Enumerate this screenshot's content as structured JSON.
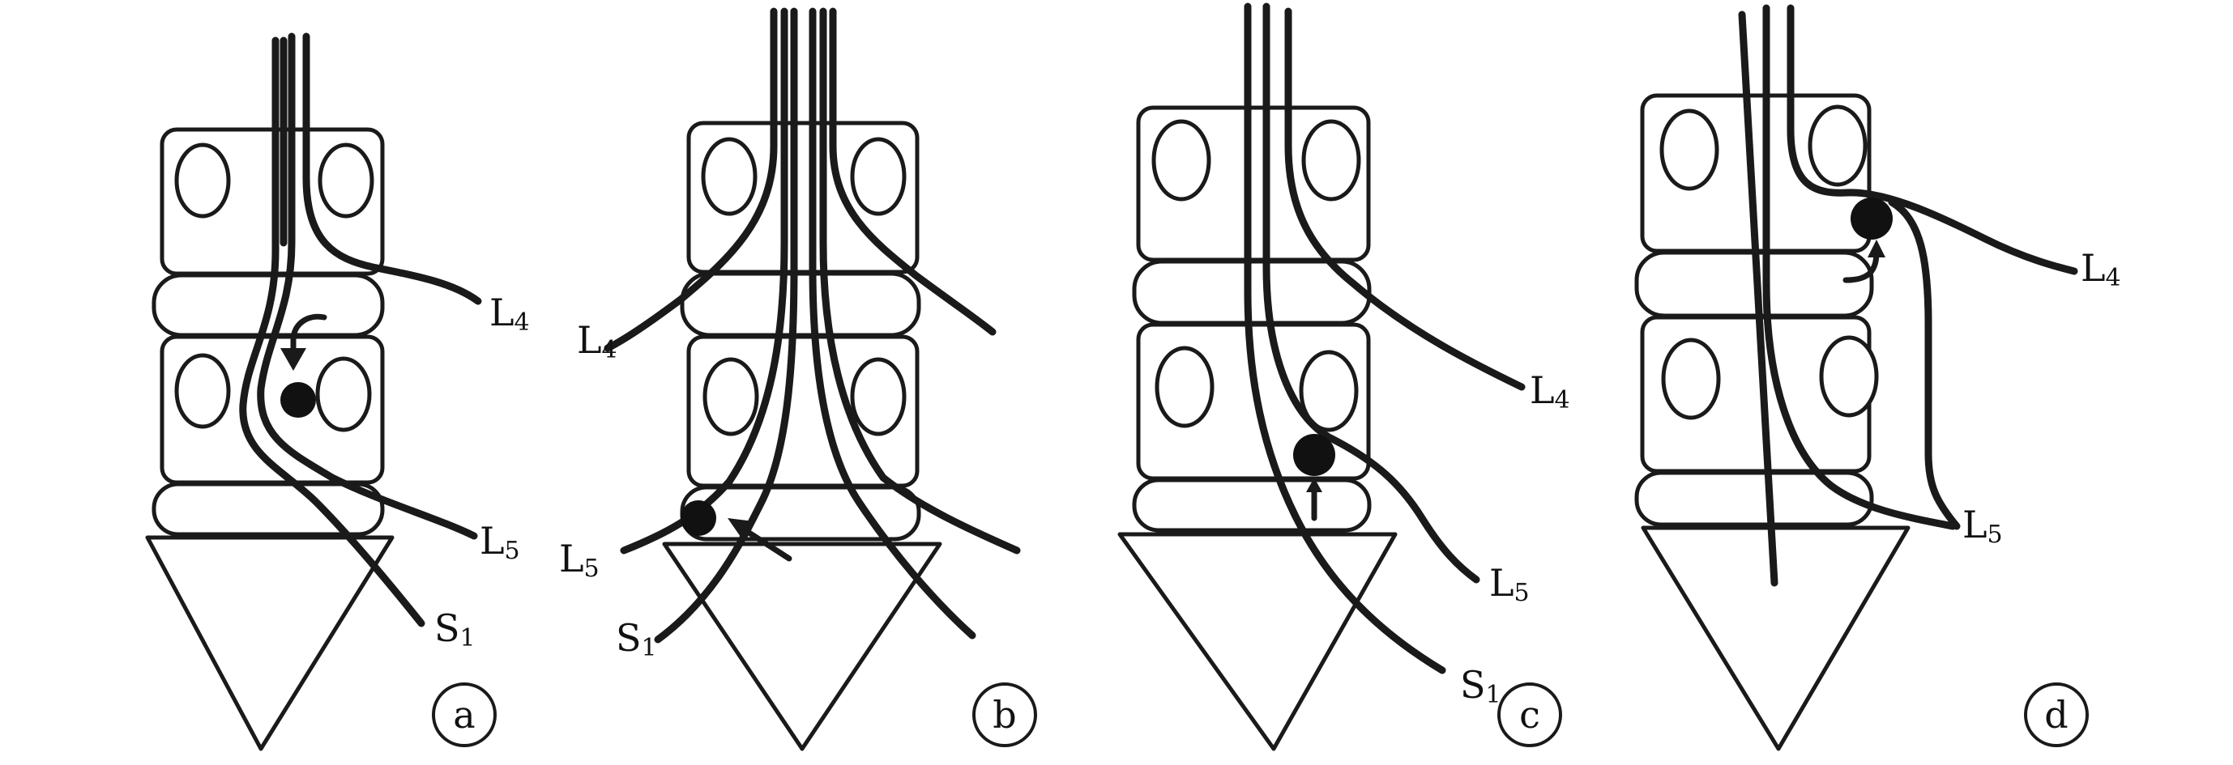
{
  "panels": [
    {
      "id": "a",
      "badge": "a",
      "labels": [
        {
          "base": "L",
          "sub": "4"
        },
        {
          "base": "L",
          "sub": "5"
        },
        {
          "base": "S",
          "sub": "1"
        }
      ]
    },
    {
      "id": "b",
      "badge": "b",
      "labels": [
        {
          "base": "L",
          "sub": "4"
        },
        {
          "base": "L",
          "sub": "5"
        },
        {
          "base": "S",
          "sub": "1"
        }
      ]
    },
    {
      "id": "c",
      "badge": "c",
      "labels": [
        {
          "base": "L",
          "sub": "4"
        },
        {
          "base": "L",
          "sub": "5"
        },
        {
          "base": "S",
          "sub": "1"
        }
      ]
    },
    {
      "id": "d",
      "badge": "d",
      "labels": [
        {
          "base": "L",
          "sub": "4"
        },
        {
          "base": "L",
          "sub": "5"
        }
      ]
    }
  ]
}
